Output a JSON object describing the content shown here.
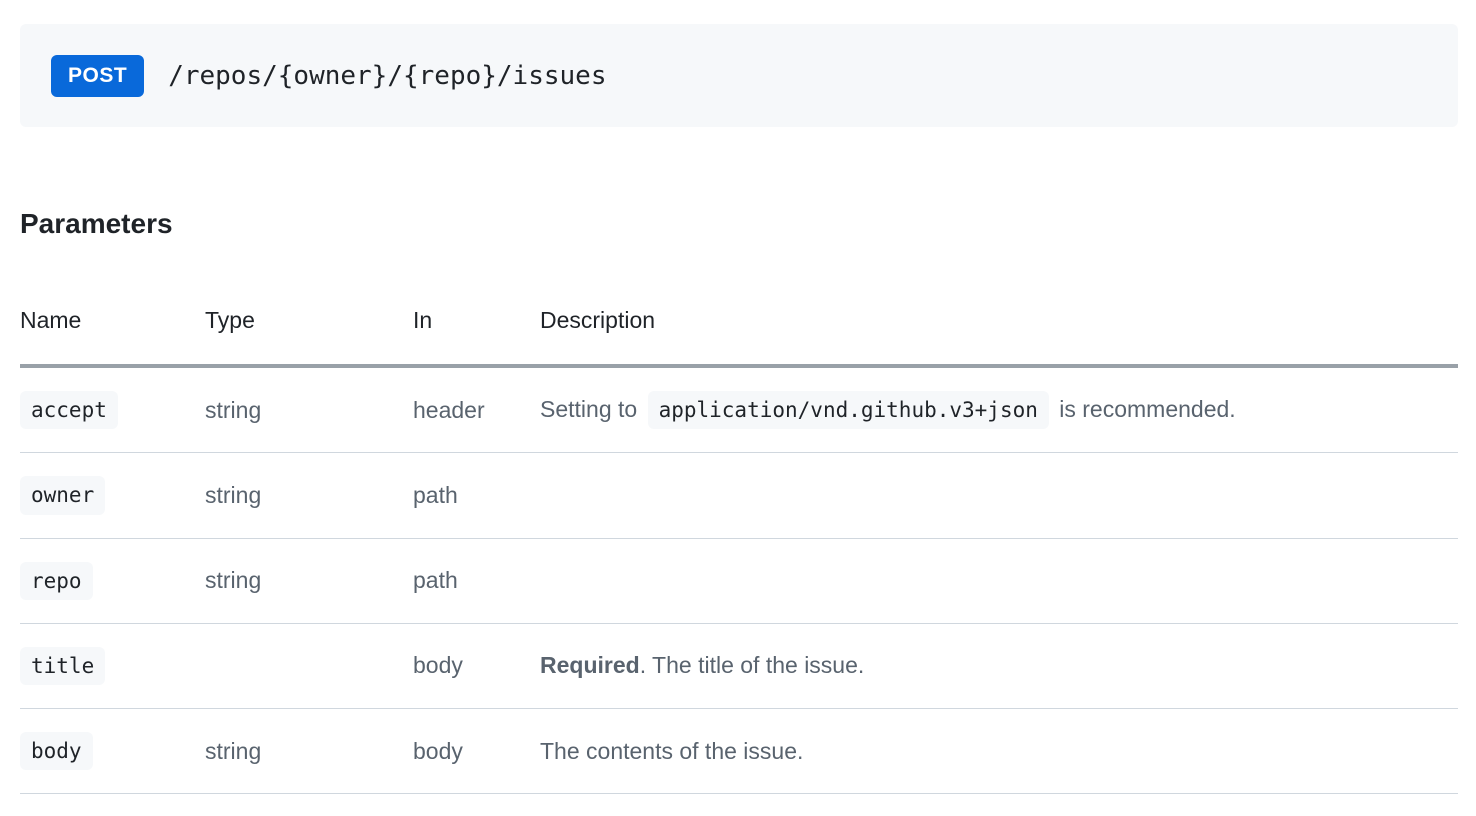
{
  "endpoint": {
    "method": "POST",
    "path": "/repos/{owner}/{repo}/issues"
  },
  "section_title": "Parameters",
  "parameters_table": {
    "headers": [
      "Name",
      "Type",
      "In",
      "Description"
    ],
    "rows": [
      {
        "name": "accept",
        "type": "string",
        "in": "header",
        "description": [
          {
            "kind": "text",
            "value": "Setting to "
          },
          {
            "kind": "code",
            "value": "application/vnd.github.v3+json"
          },
          {
            "kind": "text",
            "value": " is recommended."
          }
        ]
      },
      {
        "name": "owner",
        "type": "string",
        "in": "path",
        "description": []
      },
      {
        "name": "repo",
        "type": "string",
        "in": "path",
        "description": []
      },
      {
        "name": "title",
        "type": "",
        "in": "body",
        "description": [
          {
            "kind": "bold",
            "value": "Required"
          },
          {
            "kind": "text",
            "value": ". The title of the issue."
          }
        ]
      },
      {
        "name": "body",
        "type": "string",
        "in": "body",
        "description": [
          {
            "kind": "text",
            "value": "The contents of the issue."
          }
        ]
      }
    ]
  },
  "colors": {
    "method_badge_bg": "#0969da",
    "method_badge_text": "#ffffff",
    "endpoint_box_bg": "#f6f8fa",
    "code_chip_bg": "#f6f8fa",
    "text_primary": "#1f2328",
    "text_muted": "#59636e",
    "header_rule": "#99a1a8",
    "row_divider": "#d0d7de"
  }
}
